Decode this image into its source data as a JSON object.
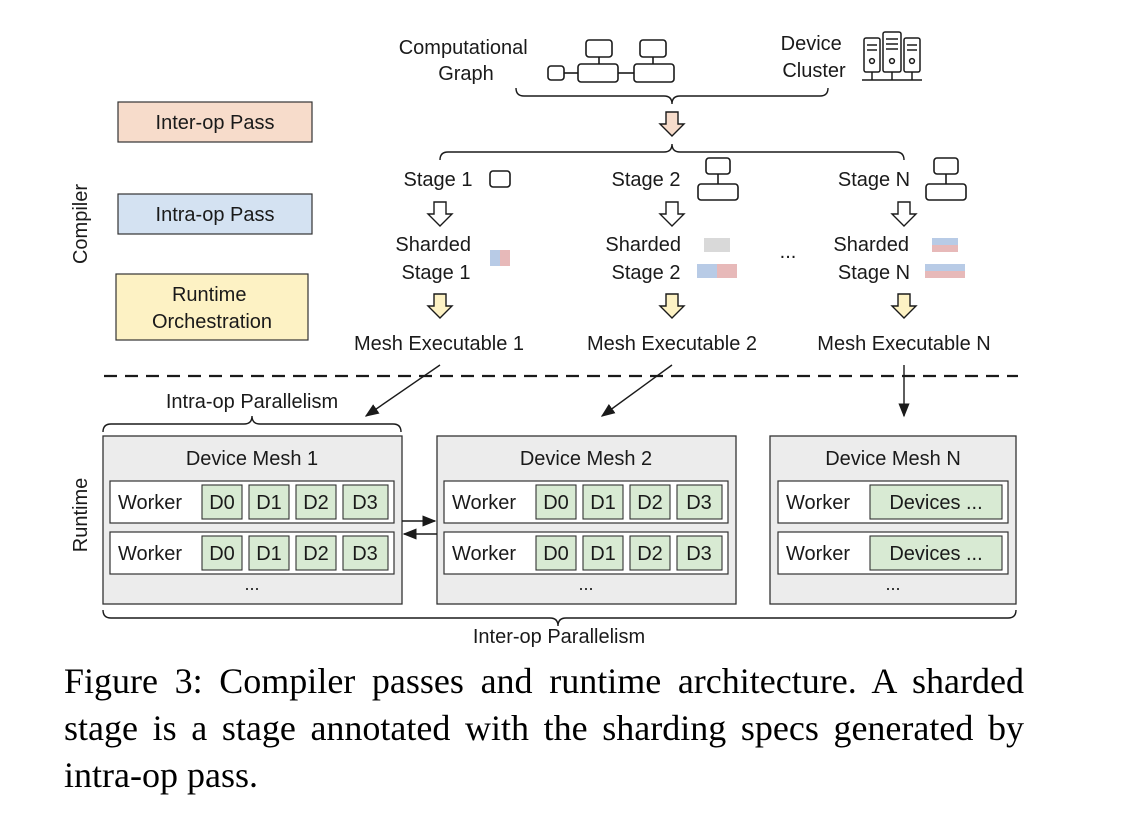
{
  "top": {
    "graph_label": [
      "Computational",
      "Graph"
    ],
    "cluster_label": [
      "Device",
      "Cluster"
    ]
  },
  "legend": {
    "inter_op": "Inter-op Pass",
    "intra_op": "Intra-op Pass",
    "runtime": [
      "Runtime",
      "Orchestration"
    ],
    "colors": {
      "inter_op": "#f7dccb",
      "intra_op": "#d4e2f2",
      "runtime": "#fdf2c4"
    }
  },
  "section_labels": {
    "compiler": "Compiler",
    "runtime": "Runtime"
  },
  "stages": [
    {
      "stage": "Stage 1",
      "sharded": [
        "Sharded",
        "Stage 1"
      ],
      "executable": "Mesh Executable 1"
    },
    {
      "stage": "Stage 2",
      "sharded": [
        "Sharded",
        "Stage 2"
      ],
      "executable": "Mesh Executable 2"
    },
    {
      "stage": "Stage N",
      "sharded": [
        "Sharded",
        "Stage N"
      ],
      "executable": "Mesh Executable N"
    }
  ],
  "ellipsis": "...",
  "intra_op_parallelism": "Intra-op Parallelism",
  "inter_op_parallelism": "Inter-op Parallelism",
  "meshes": [
    {
      "title": "Device Mesh 1",
      "workers": [
        {
          "label": "Worker",
          "devices": [
            "D0",
            "D1",
            "D2",
            "D3"
          ]
        },
        {
          "label": "Worker",
          "devices": [
            "D0",
            "D1",
            "D2",
            "D3"
          ]
        }
      ],
      "more": "..."
    },
    {
      "title": "Device Mesh 2",
      "workers": [
        {
          "label": "Worker",
          "devices": [
            "D0",
            "D1",
            "D2",
            "D3"
          ]
        },
        {
          "label": "Worker",
          "devices": [
            "D0",
            "D1",
            "D2",
            "D3"
          ]
        }
      ],
      "more": "..."
    },
    {
      "title": "Device Mesh N",
      "workers": [
        {
          "label": "Worker",
          "devices": [
            "Devices ..."
          ]
        },
        {
          "label": "Worker",
          "devices": [
            "Devices ..."
          ]
        }
      ],
      "more": "..."
    }
  ],
  "colors": {
    "mesh_fill": "#ececec",
    "device_fill": "#d8ead3",
    "arrow_inter": "#f7dccb",
    "shard_blue": "#b8cbe6",
    "shard_red": "#e7b9b9",
    "shard_gray": "#d9d9d9"
  },
  "caption": "Figure 3: Compiler passes and runtime architecture. A sharded stage is a stage annotated with the sharding specs generated by intra-op pass."
}
